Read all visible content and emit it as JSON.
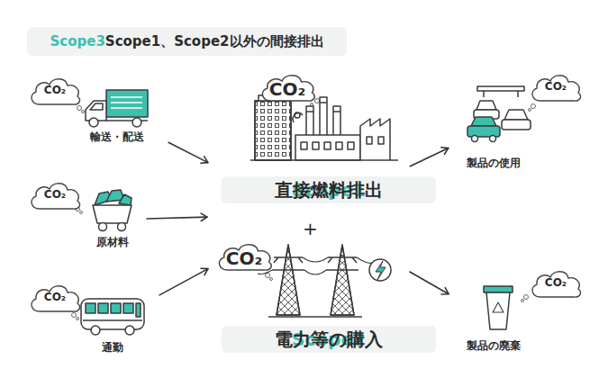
{
  "diagram": {
    "nodes": [
      {
        "text": [
          "Scope3",
          "Scope1、Scope2以外の間接排出"
        ]
      },
      {
        "text": [
          "CO₂"
        ]
      },
      {
        "text": [
          "輸送・配送"
        ]
      },
      {
        "text": [
          "+"
        ]
      },
      {
        "text": [
          "CO₂"
        ],
        "in": 3
      },
      {
        "text": [
          "Scope1",
          "直接燃料排出"
        ],
        "in": 3
      },
      {
        "text": [
          "CO₂"
        ],
        "in": 3
      },
      {
        "text": [
          "Scope2",
          "電力等の購入"
        ],
        "in": 3
      },
      {
        "text": [
          "CO₂"
        ]
      },
      {
        "text": [
          "製品の使用"
        ]
      },
      {
        "text": [
          "CO₂"
        ]
      },
      {
        "text": [
          "原材料"
        ]
      },
      {
        "text": [
          "CO₂"
        ]
      },
      {
        "text": [
          "通勤"
        ]
      },
      {
        "text": [
          "CO₂"
        ]
      },
      {
        "text": [
          "製品の廃棄"
        ]
      }
    ],
    "edges": [
      {
        "from": 2,
        "to": 3,
        "arrow": "to"
      },
      {
        "from": 11,
        "to": 3,
        "arrow": "to"
      },
      {
        "from": 13,
        "to": 3,
        "arrow": "to"
      },
      {
        "from": 3,
        "to": 9,
        "arrow": "to"
      },
      {
        "from": 3,
        "to": 15,
        "arrow": "to"
      }
    ]
  }
}
